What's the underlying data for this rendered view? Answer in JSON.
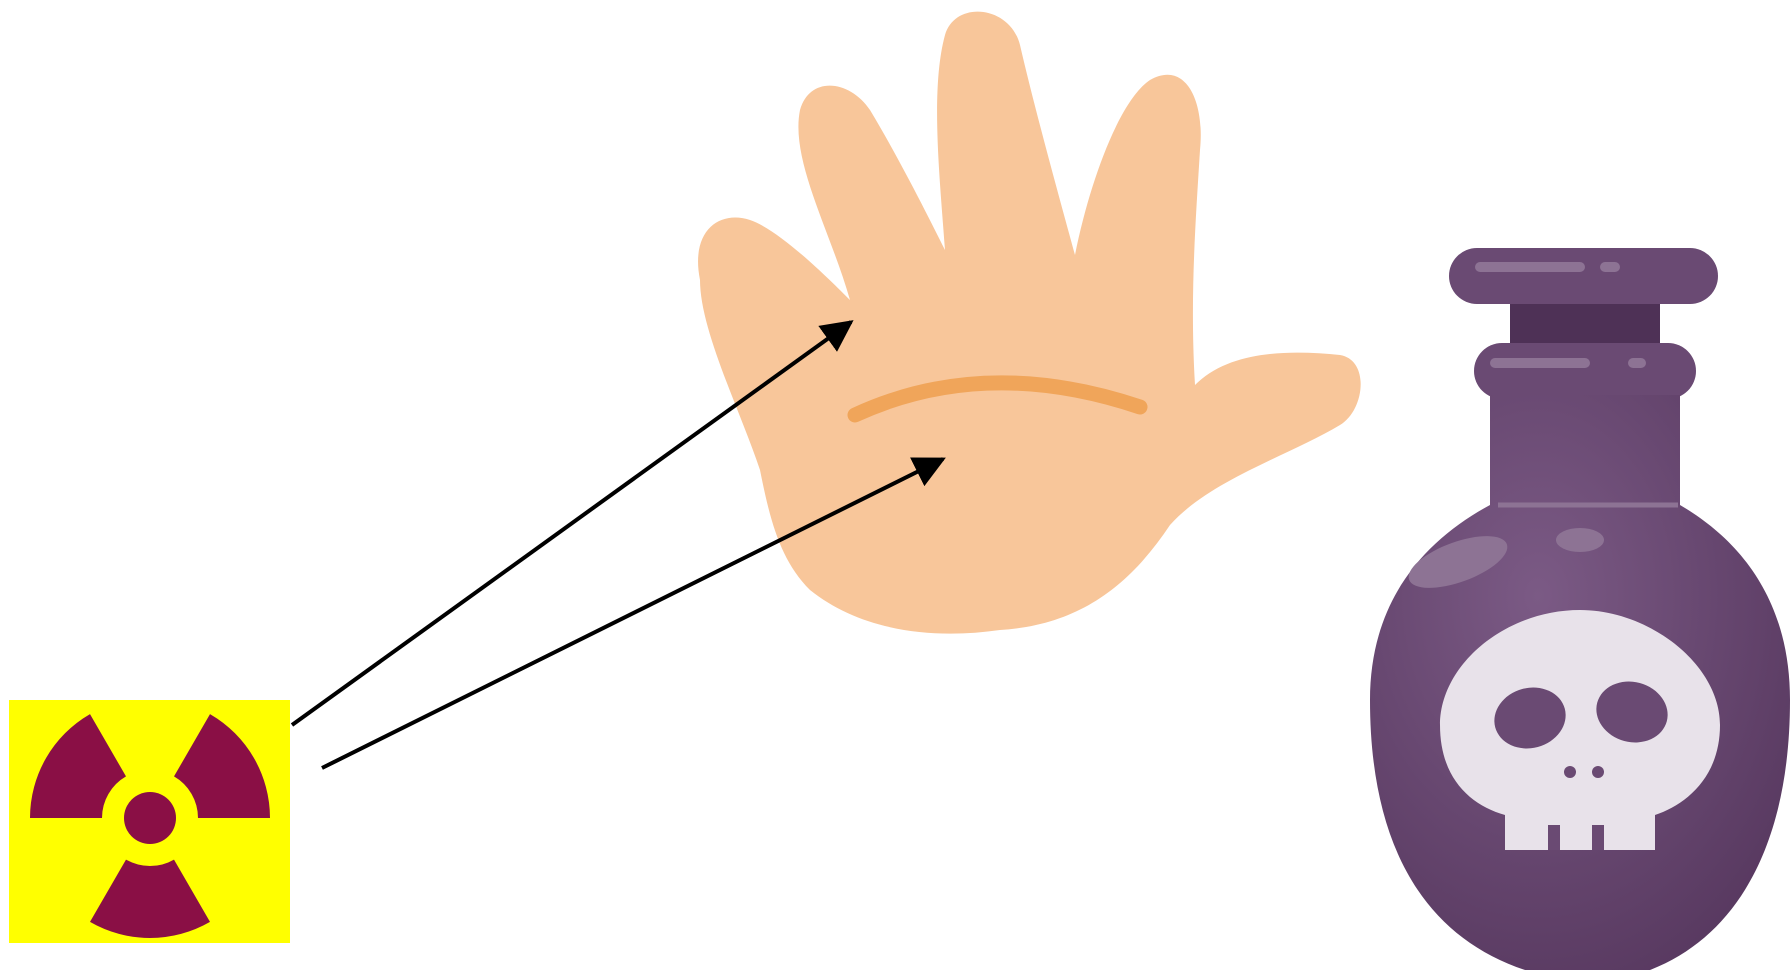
{
  "figure": {
    "background": "#ffffff",
    "elements": [
      {
        "id": "radiation-symbol",
        "icon": "radiation-trefoil-icon",
        "colors": {
          "background": "#ffff00",
          "symbol": "#8a0f45"
        }
      },
      {
        "id": "hand",
        "icon": "open-hand-palm-icon",
        "colors": {
          "skin": "#f8c69a",
          "crease": "#f0a55a"
        }
      },
      {
        "id": "poison-bottle",
        "icon": "skull-poison-bottle-icon",
        "colors": {
          "bottle": "#6a4a73",
          "neck": "#4e3156",
          "skull": "#e8e2ea"
        }
      }
    ],
    "arrows": [
      {
        "from": "radiation-symbol",
        "to": "hand",
        "color": "#000000"
      },
      {
        "from": "radiation-symbol",
        "to": "hand",
        "color": "#000000"
      }
    ]
  }
}
